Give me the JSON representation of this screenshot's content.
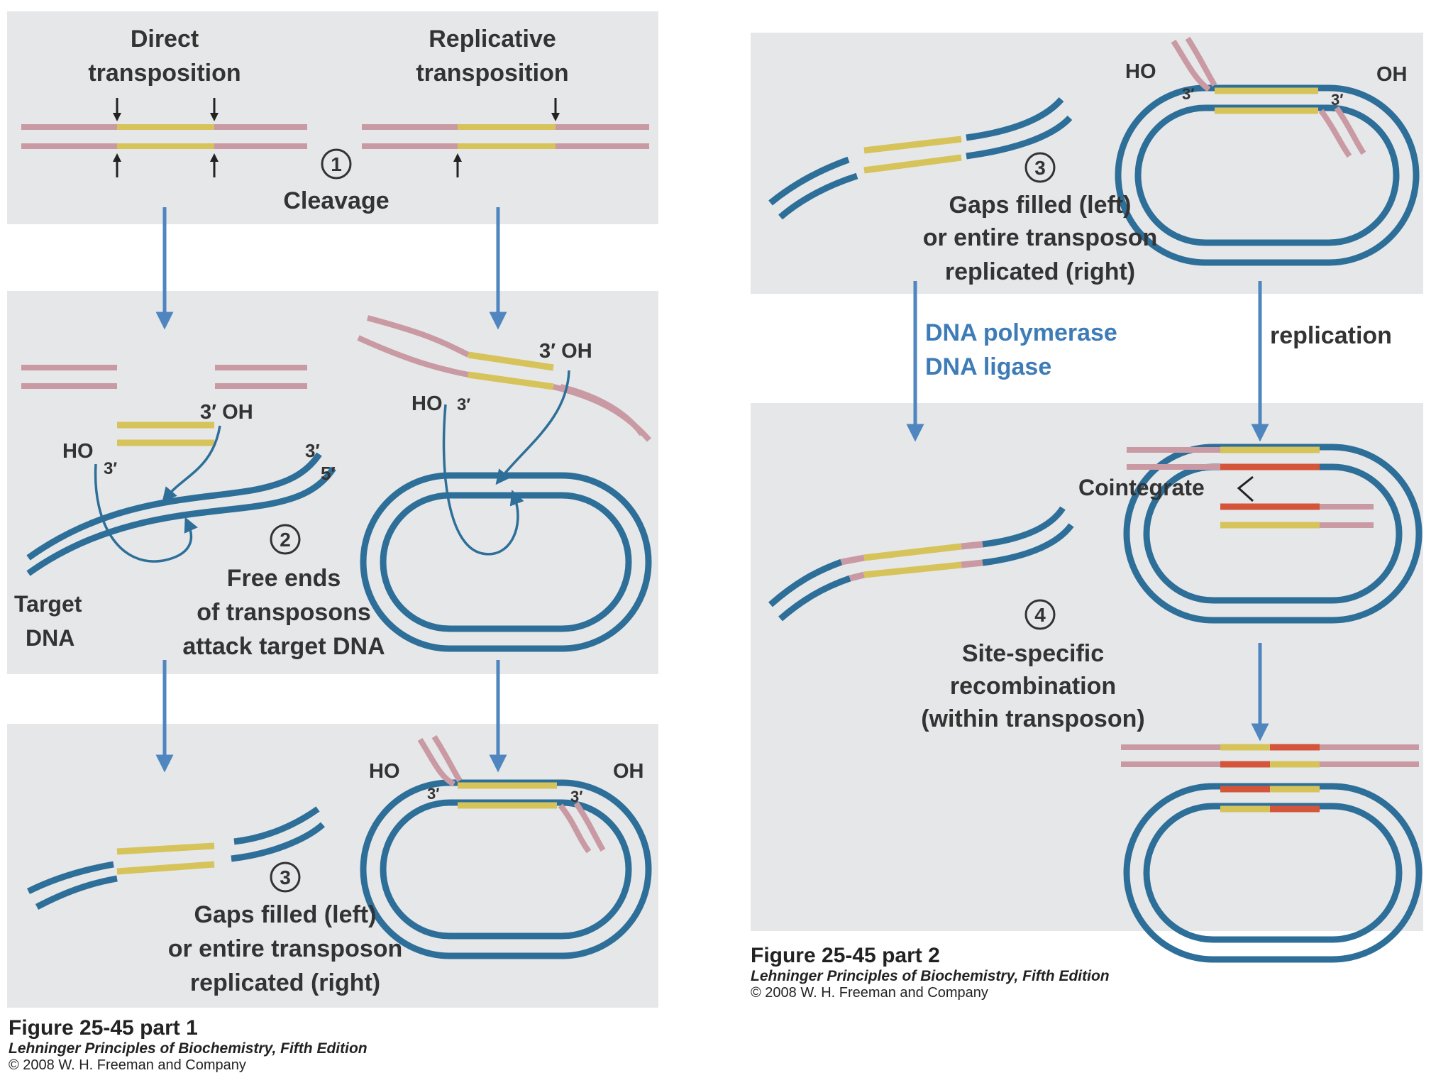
{
  "colors": {
    "panel": "#e6e7e8",
    "host_dna": "#c99aa3",
    "transposon": "#d6c35a",
    "target_dna": "#2d6f99",
    "new_dna": "#d4553a",
    "arrow": "#4f86bf",
    "label_blue": "#3d7cb7"
  },
  "part1": {
    "col_direct": [
      "Direct",
      "transposition"
    ],
    "col_replicative": [
      "Replicative",
      "transposition"
    ],
    "step1_number": "1",
    "step1_label": "Cleavage",
    "step2_number": "2",
    "step2_label": [
      "Free ends",
      "of transposons",
      "attack target DNA"
    ],
    "target_label": [
      "Target",
      "DNA"
    ],
    "step3_number": "3",
    "step3_label": [
      "Gaps filled (left)",
      "or entire transposon",
      "replicated (right)"
    ],
    "end_labels": {
      "oh_3": "3′ OH",
      "ho": "HO",
      "three_prime": "3′",
      "five_prime": "5′",
      "oh": "OH"
    },
    "caption": {
      "title": "Figure 25-45 part 1",
      "book": "Lehninger Principles of Biochemistry, Fifth Edition",
      "copyright": "© 2008 W. H. Freeman and Company"
    }
  },
  "part2": {
    "step3_number": "3",
    "step3_label": [
      "Gaps filled (left)",
      "or entire transposon",
      "replicated (right)"
    ],
    "enzymes": [
      "DNA polymerase",
      "DNA ligase"
    ],
    "replication_label": "replication",
    "cointegrate_label": "Cointegrate",
    "step4_number": "4",
    "step4_label": [
      "Site-specific",
      "recombination",
      "(within transposon)"
    ],
    "caption": {
      "title": "Figure 25-45 part 2",
      "book": "Lehninger Principles of Biochemistry, Fifth Edition",
      "copyright": "© 2008 W. H. Freeman and Company"
    }
  }
}
